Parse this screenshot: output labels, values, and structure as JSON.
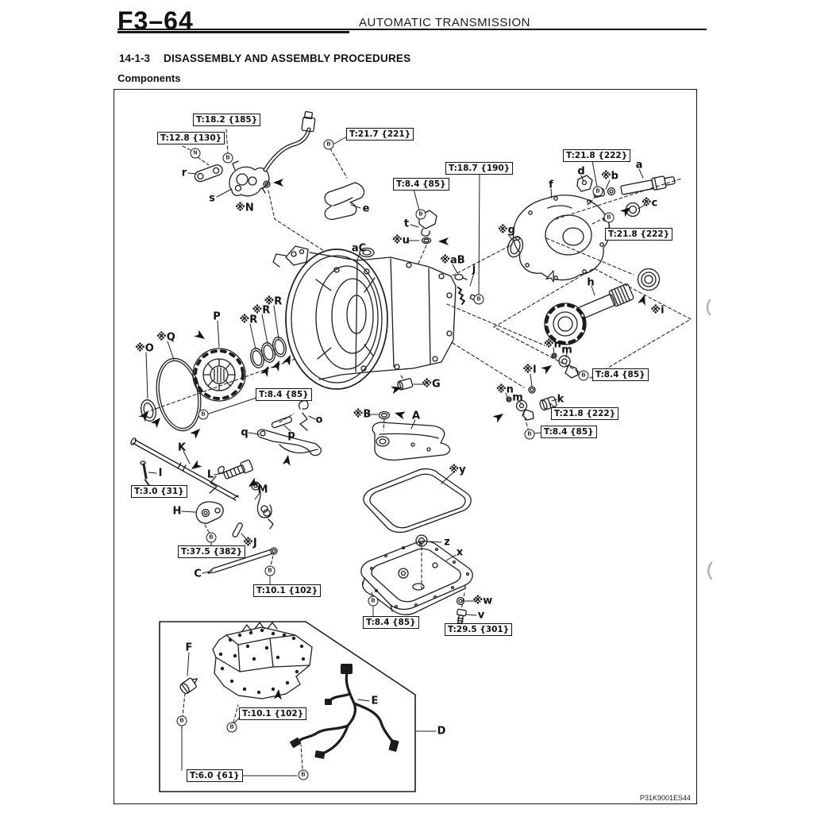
{
  "page": {
    "code": "F3–64",
    "header_title": "AUTOMATIC TRANSMISSION",
    "section_number": "14-1-3",
    "section_title": "DISASSEMBLY AND ASSEMBLY PROCEDURES",
    "figure_title": "Components",
    "figure_code": "P31K9001ES44"
  },
  "torque": {
    "t18_2": "T:18.2 {185}",
    "t12_8": "T:12.8 {130}",
    "t21_7": "T:21.7 {221}",
    "t8_4": "T:8.4 {85}",
    "t18_7": "T:18.7 {190}",
    "t21_8": "T:21.8 {222}",
    "t3_0": "T:3.0 {31}",
    "t37_5": "T:37.5 {382}",
    "t10_1": "T:10.1 {102}",
    "t29_5": "T:29.5 {301}",
    "t6_0": "T:6.0 {61}"
  },
  "markers": {
    "bolt": "B",
    "nut": "N"
  },
  "parts": {
    "a": "a",
    "refb": "※b",
    "refc": "※c",
    "d": "d",
    "e": "e",
    "f": "f",
    "refg": "※g",
    "h": "h",
    "refi": "※i",
    "j": "j",
    "k": "k",
    "refl": "※l",
    "m": "m",
    "refn": "※n",
    "o": "o",
    "p": "p",
    "q": "q",
    "r": "r",
    "s": "s",
    "t": "t",
    "refu": "※u",
    "v": "v",
    "refw": "※w",
    "x": "x",
    "refy": "※y",
    "z": "z",
    "A": "A",
    "refB": "※B",
    "C": "C",
    "D": "D",
    "E": "E",
    "F": "F",
    "refG": "※G",
    "H": "H",
    "I": "I",
    "refJ": "※J",
    "K": "K",
    "L": "L",
    "M": "M",
    "refN": "※N",
    "refO": "※O",
    "P": "P",
    "refQ": "※Q",
    "refR": "※R",
    "refAB": "※aB",
    "aC": "aC"
  }
}
